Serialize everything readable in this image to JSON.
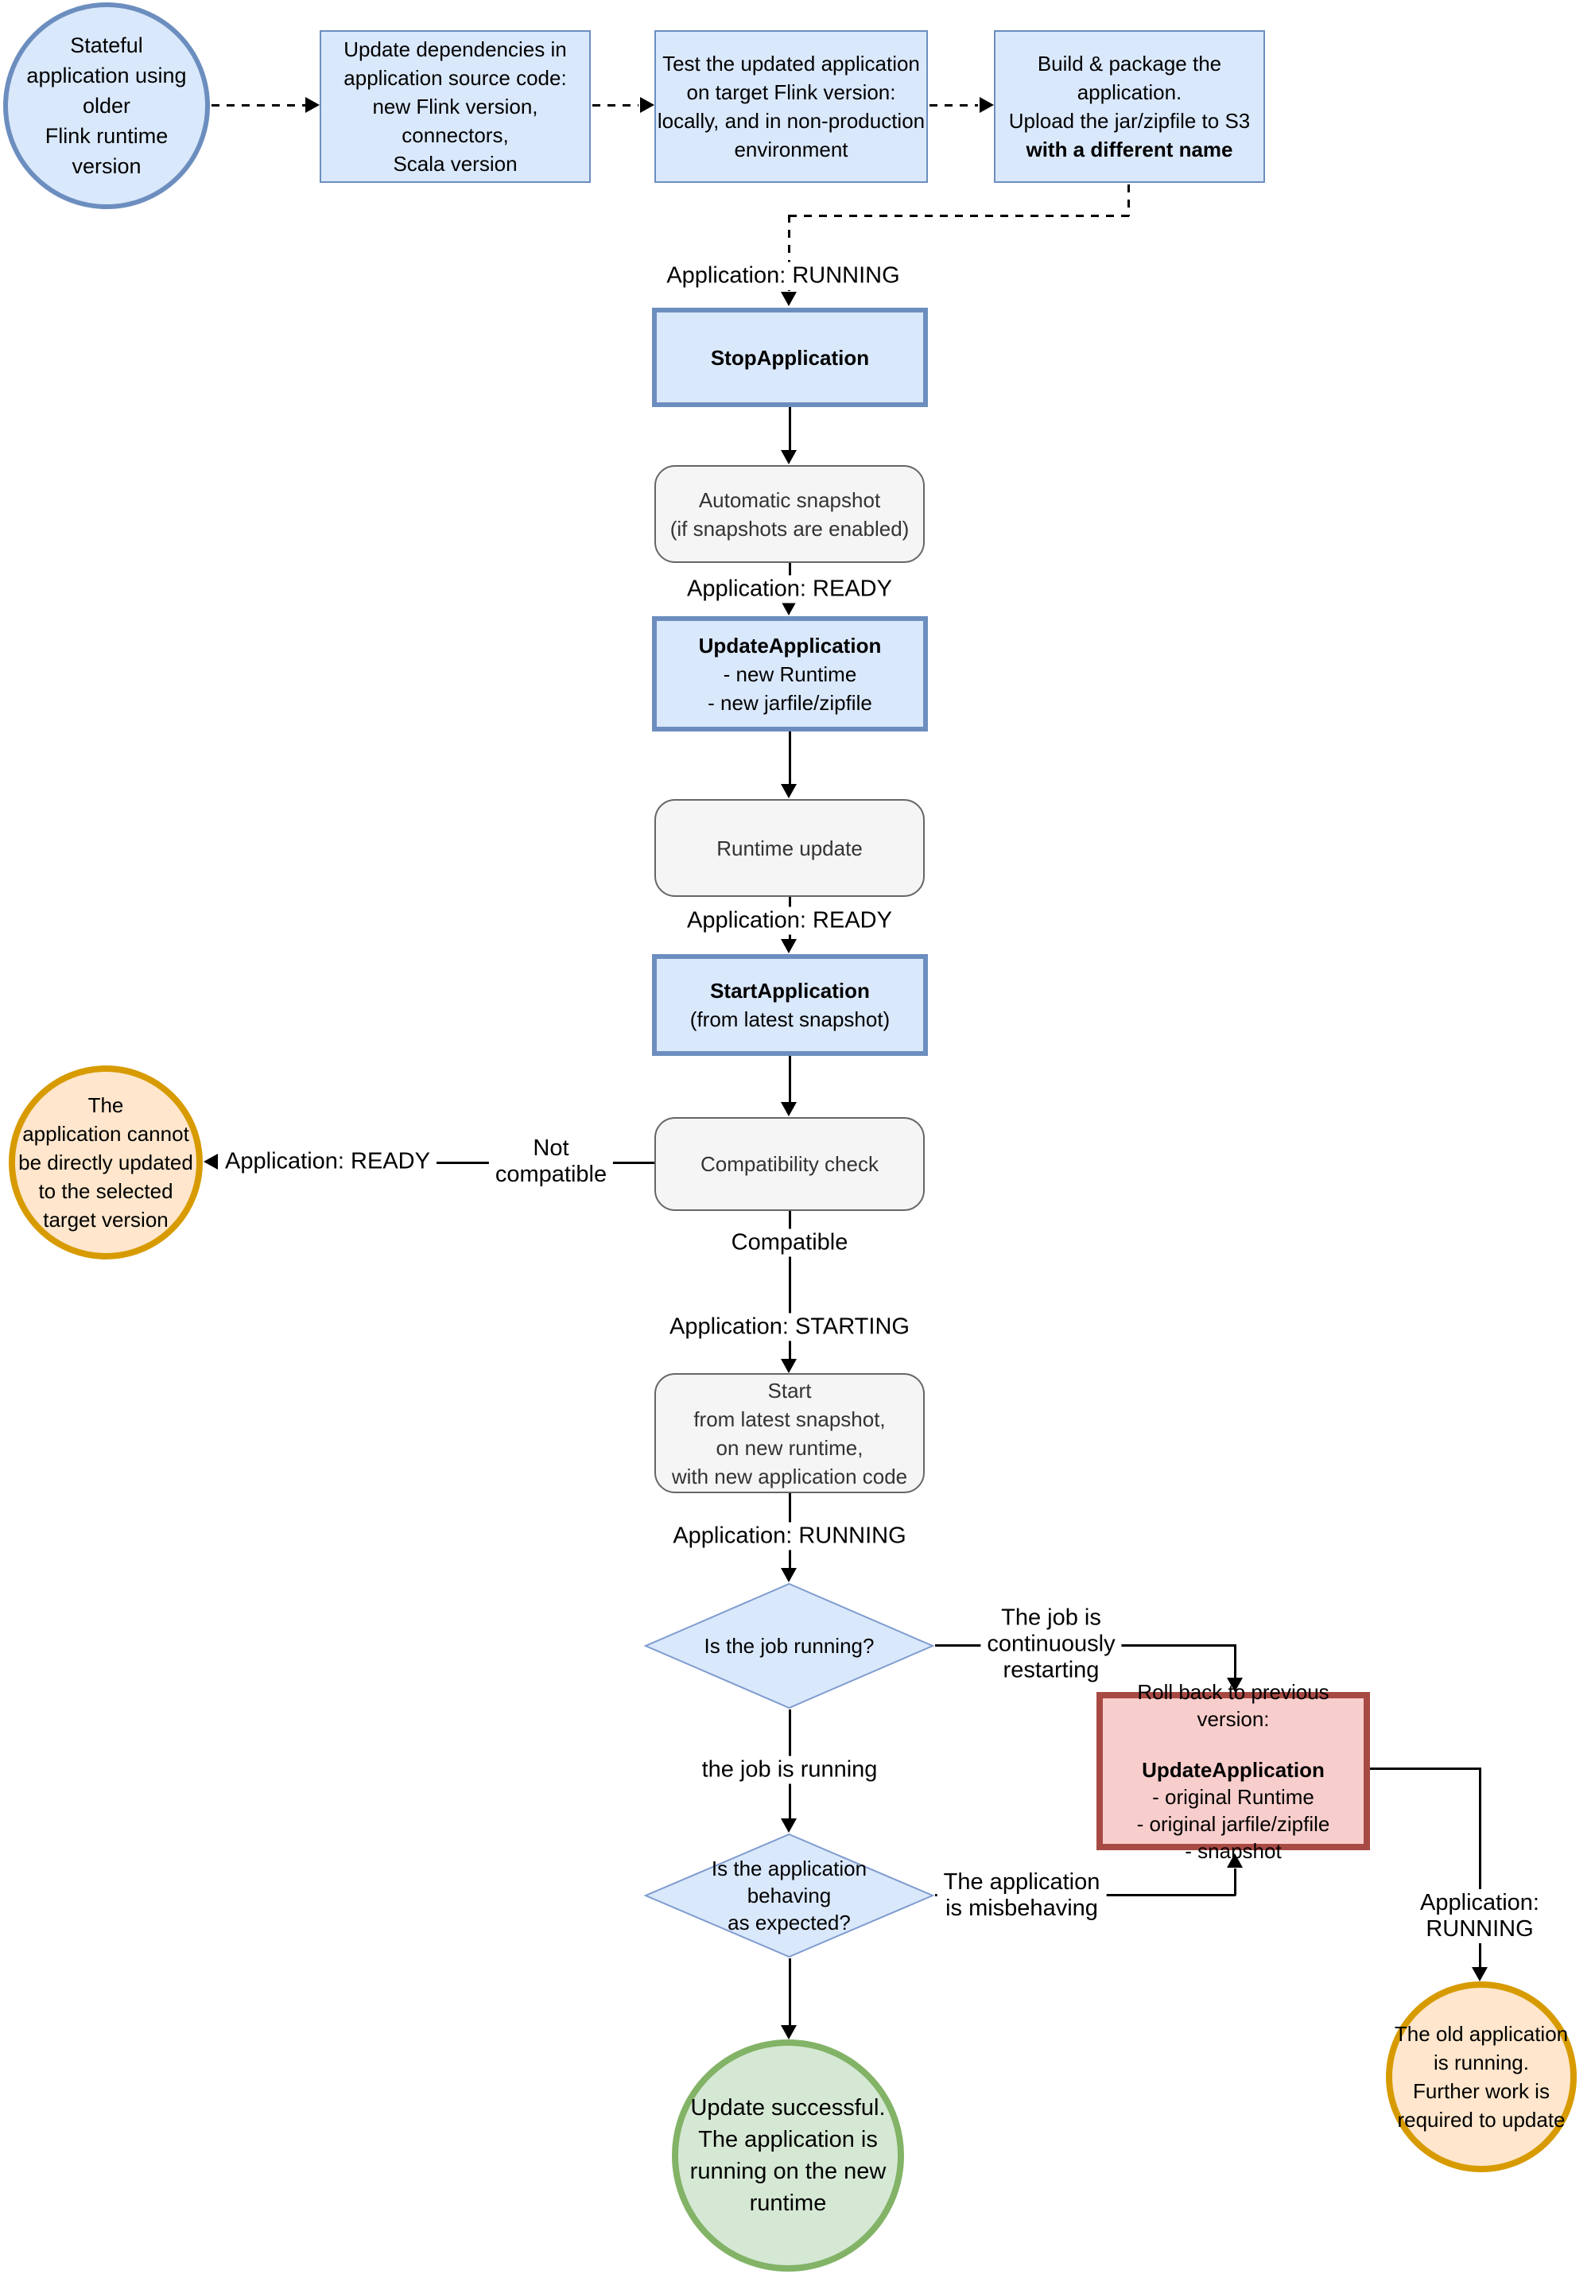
{
  "nodes": {
    "start": {
      "lines": [
        "Stateful",
        "application using",
        "older",
        "Flink runtime",
        "version"
      ]
    },
    "update_deps": {
      "lines": [
        "Update dependencies in",
        "application source code:",
        "new Flink version,",
        "connectors,",
        "Scala version"
      ]
    },
    "test": {
      "lines": [
        "Test the updated application",
        "on target Flink version:",
        "locally, and in non-production",
        "environment"
      ]
    },
    "build": {
      "lines": [
        "Build & package the",
        "application.",
        "Upload the jar/zipfile to S3"
      ],
      "bold_line": "with a different name"
    },
    "stop_application": {
      "title": "StopApplication"
    },
    "automatic_snapshot": {
      "lines": [
        "Automatic snapshot",
        "(if snapshots are enabled)"
      ]
    },
    "update_application": {
      "title": "UpdateApplication",
      "details": [
        "- new Runtime",
        "- new jarfile/zipfile"
      ]
    },
    "runtime_update": {
      "lines": [
        "Runtime update"
      ]
    },
    "start_application": {
      "title": "StartApplication",
      "details": [
        "(from latest snapshot)"
      ]
    },
    "compatibility_check": {
      "lines": [
        "Compatibility check"
      ]
    },
    "cannot_update": {
      "lines": [
        "The",
        "application cannot",
        "be directly updated",
        "to the selected",
        "target version"
      ]
    },
    "start_from_snapshot": {
      "lines": [
        "Start",
        "from latest snapshot,",
        "on new runtime,",
        "with new application code"
      ]
    },
    "is_job_running": {
      "lines": [
        "Is the job running?"
      ]
    },
    "is_behaving": {
      "lines": [
        "Is the application",
        "behaving",
        "as expected?"
      ]
    },
    "update_successful": {
      "lines": [
        "Update successful.",
        "The application is",
        "running on the new",
        "runtime"
      ]
    },
    "rollback": {
      "intro": "Roll back to previous version:",
      "title": "UpdateApplication",
      "details": [
        "- original Runtime",
        "- original jarfile/zipfile",
        "- snapshot"
      ]
    },
    "old_app_running": {
      "lines": [
        "The old application",
        "is running.",
        "Further work is",
        "required to update"
      ]
    }
  },
  "edge_labels": {
    "app_running_top": "Application: RUNNING",
    "app_ready_after_snapshot": "Application: READY",
    "app_ready_after_runtime_update": "Application: READY",
    "not_compatible": "Not\ncompatible",
    "app_ready_not_compatible": "Application: READY",
    "compatible": "Compatible",
    "app_starting": "Application: STARTING",
    "app_running_after_start": "Application: RUNNING",
    "job_continuously_restarting": "The job is\ncontinuously\nrestarting",
    "job_is_running": "the job is running",
    "app_misbehaving": "The application\nis misbehaving",
    "app_running_rollback": "Application: RUNNING"
  },
  "colors": {
    "process_fill": "#dae8fc",
    "process_border": "#6c8ebf",
    "neutral_fill": "#f5f5f5",
    "neutral_border": "#666666",
    "warning_fill": "#ffe6cc",
    "warning_border": "#d79b00",
    "success_fill": "#d5e8d4",
    "success_border": "#82b366",
    "danger_fill": "#f8cecc",
    "danger_border": "#a84a44",
    "edge": "#000000"
  }
}
